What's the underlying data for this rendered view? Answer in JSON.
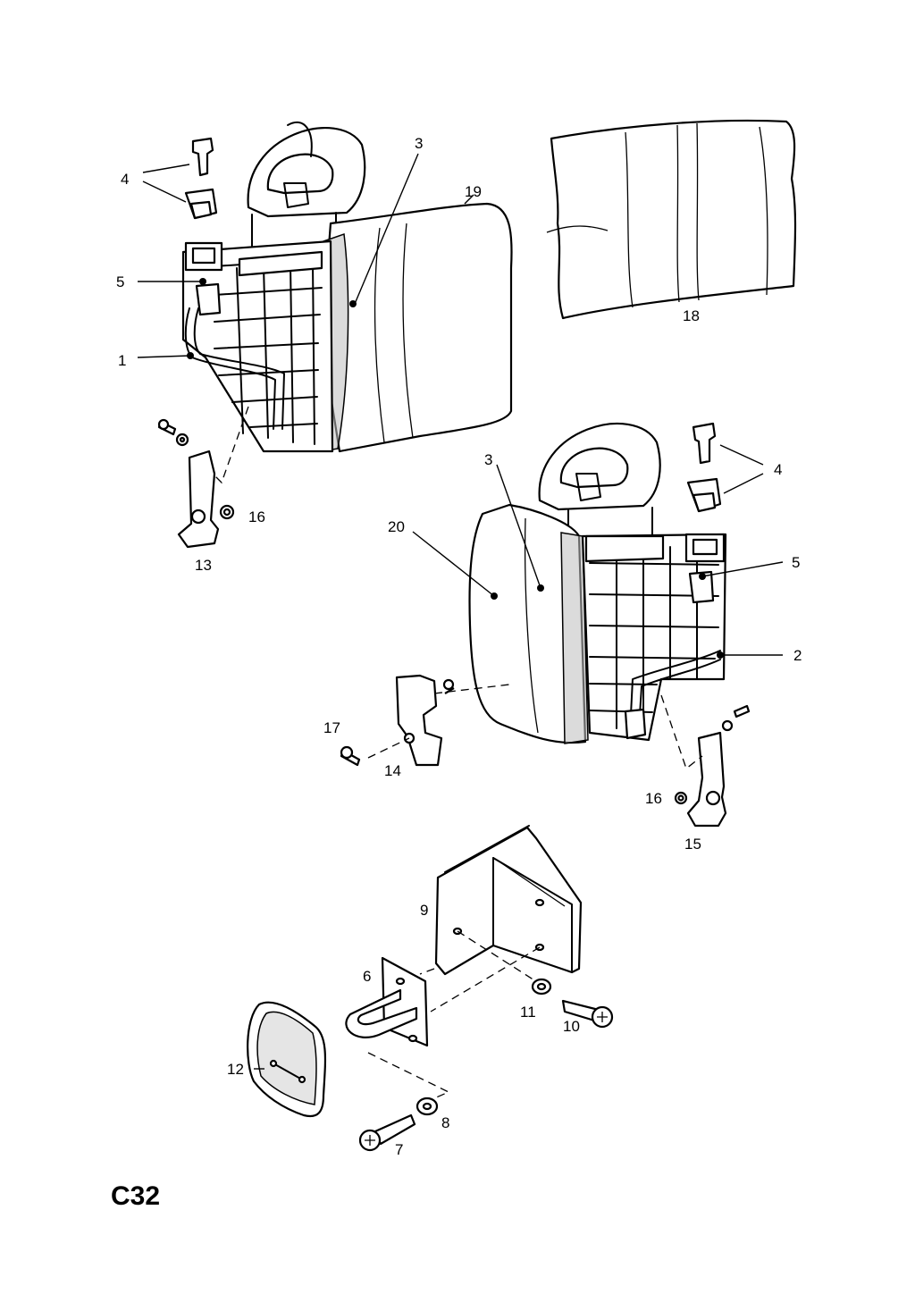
{
  "sheet_code": "C32",
  "callouts": {
    "upper_left": {
      "c4": "4",
      "c5": "5",
      "c1": "1",
      "c3": "3",
      "c19": "19",
      "c16": "16",
      "c13": "13"
    },
    "upper_right": {
      "c18": "18"
    },
    "middle": {
      "c3": "3",
      "c4": "4",
      "c20": "20",
      "c5": "5",
      "c2": "2",
      "c17": "17",
      "c14": "14",
      "c16": "16",
      "c15": "15"
    },
    "lower": {
      "c9": "9",
      "c6": "6",
      "c11": "11",
      "c10": "10",
      "c12": "12",
      "c8": "8",
      "c7": "7"
    }
  }
}
